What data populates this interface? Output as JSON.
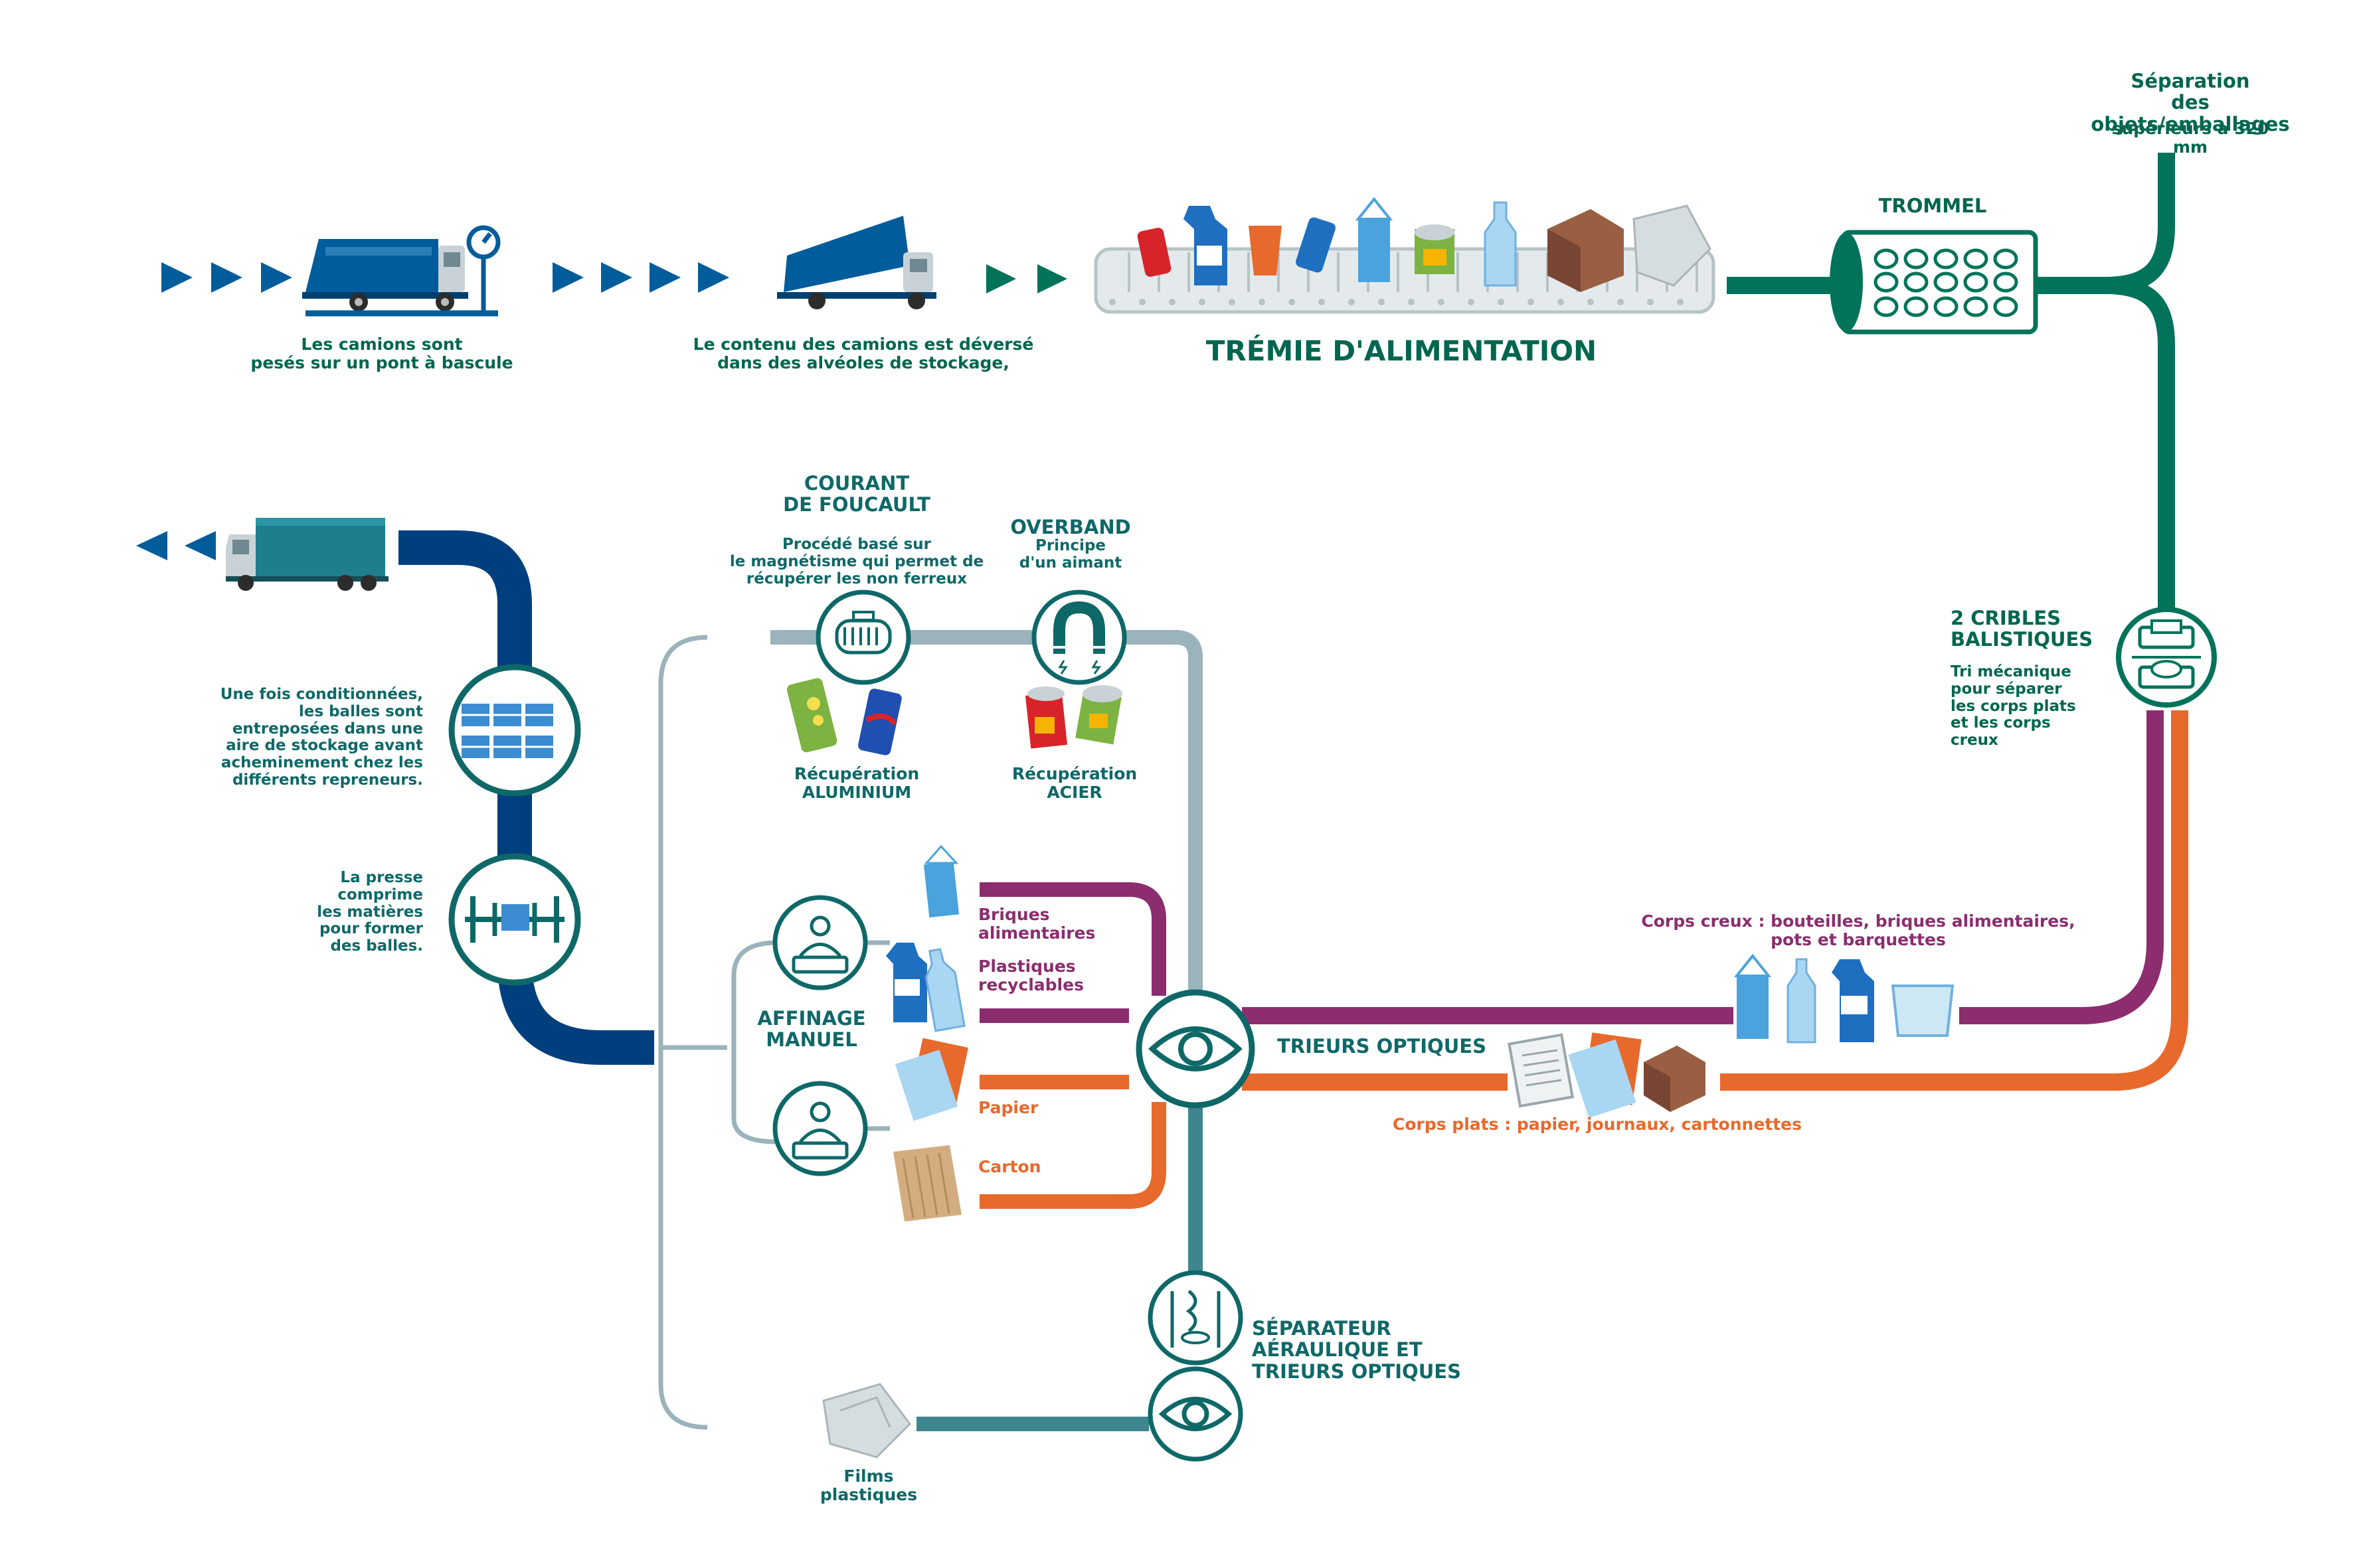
{
  "colors": {
    "navy": "#003f7d",
    "blue": "#005c9a",
    "green": "#00735a",
    "teal": "#0f6868",
    "steel": "#3f8590",
    "grey": "#9bb3bb",
    "purple": "#8b2d6f",
    "orange": "#e8692c",
    "text_green": "#00664f",
    "text_purple": "#8b2d6f",
    "text_orange": "#e8692c"
  },
  "top": {
    "weigh_caption": "Les camions sont\npesés sur un pont à bascule",
    "dump_caption": "Le contenu des camions est déversé\ndans des alvéoles de stockage,",
    "hopper_title": "TRÉMIE D'ALIMENTATION",
    "trommel_title": "TROMMEL",
    "separation_title": "Séparation\ndes objets/emballages",
    "separation_sub": "supérieurs à 320 mm"
  },
  "cribles": {
    "title": "2 CRIBLES\nBALISTIQUES",
    "desc": "Tri mécanique\npour séparer\nles corps plats\net les corps\ncreux"
  },
  "streams": {
    "hollow_label": "Corps creux : bouteilles, briques alimentaires,\npots et barquettes",
    "flat_label": "Corps plats : papier, journaux, cartonnettes"
  },
  "optical": {
    "title": "TRIEURS OPTIQUES"
  },
  "foucault": {
    "title": "COURANT\nDE FOUCAULT",
    "desc": "Procédé basé sur\nle magnétisme qui permet de\nrécupérer les non ferreux",
    "result": "Récupération\nALUMINIUM"
  },
  "overband": {
    "title": "OVERBAND",
    "desc": "Principe\nd'un aimant",
    "result": "Récupération\nACIER"
  },
  "affinage": {
    "title": "AFFINAGE\nMANUEL",
    "briques": "Briques\nalimentaires",
    "plastiques": "Plastiques\nrecyclables",
    "papier": "Papier",
    "carton": "Carton"
  },
  "separateur": {
    "title": "SÉPARATEUR\nAÉRAULIQUE ET\nTRIEURS OPTIQUES"
  },
  "films": {
    "label": "Films\nplastiques"
  },
  "left": {
    "storage_caption": "Une fois conditionnées,\nles balles sont\nentreposées dans une\naire de stockage avant\nacheminement chez les\ndifférents repreneurs.",
    "press_caption": "La presse\ncomprime\nles matières\npour former\ndes balles."
  },
  "icons": [
    "play-arrow-icon",
    "garbage-truck-icon",
    "weighbridge-icon",
    "dump-truck-icon",
    "conveyor-icon",
    "trommel-icon",
    "ballistic-screen-icon",
    "eye-icon",
    "eddy-current-icon",
    "magnet-icon",
    "worker-icon",
    "air-separator-icon",
    "bales-icon",
    "press-icon",
    "delivery-truck-icon"
  ]
}
